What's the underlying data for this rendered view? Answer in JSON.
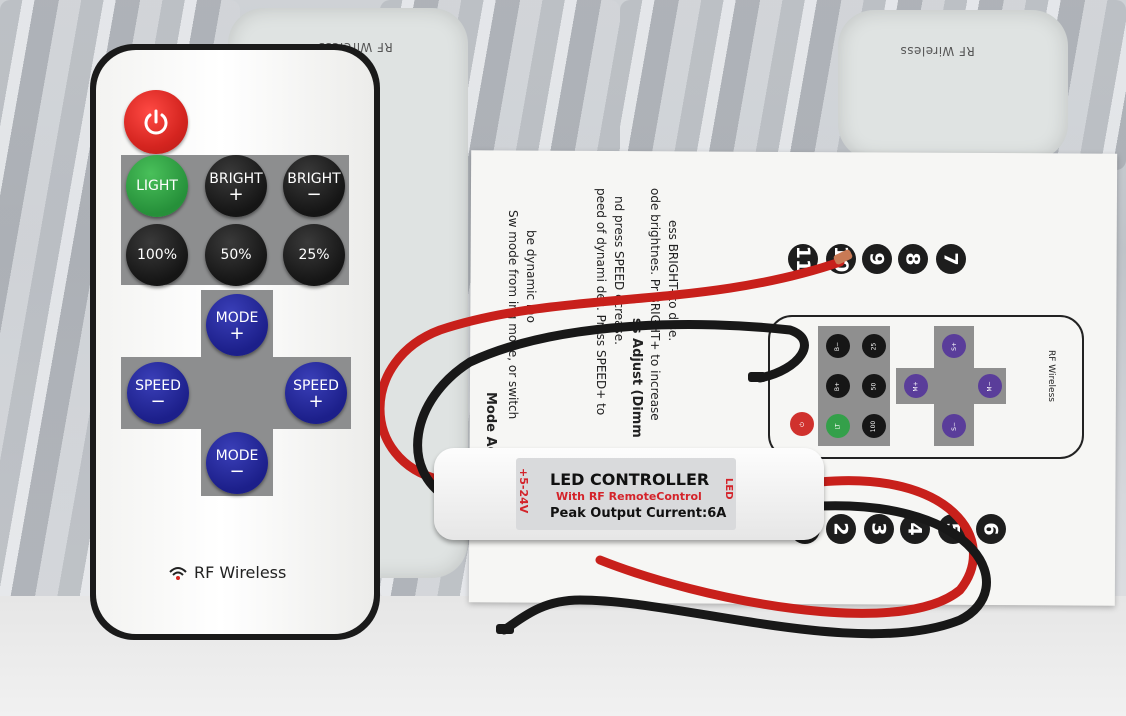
{
  "remote": {
    "buttons": {
      "light": "LIGHT",
      "bright_up": "BRIGHT",
      "bright_down": "BRIGHT",
      "p100": "100%",
      "p50": "50%",
      "p25": "25%",
      "mode_up": "MODE",
      "speed_down": "SPEED",
      "speed_up": "SPEED",
      "mode_down": "MODE"
    },
    "plus": "+",
    "minus": "−",
    "brand": "RF Wireless"
  },
  "controller": {
    "title": "LED CONTROLLER",
    "subtitle": "With RF RemoteControl",
    "peak": "Peak Output Current:6A",
    "voltage": "+5-24V",
    "led": "LED"
  },
  "manual": {
    "lines": [
      "Mode Adjust",
      "Sw  mode from  ing mode, or switch",
      "be  dynamic mo",
      "peed of dynami  des. Press SPEED+ to",
      "nd press SPEED  ecrease.",
      "ss Adjust (Dimm",
      "ode brightnes. Pr  BRIGHT+ to increase",
      "ess BRIGHT- to d  se."
    ],
    "numbers_top": [
      "11",
      "10",
      "9",
      "8",
      "7"
    ],
    "numbers_bottom": [
      "1",
      "2",
      "3",
      "4",
      "5",
      "6"
    ],
    "rf_label": "RF Wireless"
  },
  "background": {
    "rf_label_left": "RF Wireless",
    "rf_label_right": "RF Wireless"
  },
  "colors": {
    "power": "#d52520",
    "light_button": "#26903a",
    "blue_buttons": "#1c1f8a",
    "wire_red": "#d0221c",
    "wire_black": "#1a1a1a",
    "label_red": "#d4232a"
  }
}
